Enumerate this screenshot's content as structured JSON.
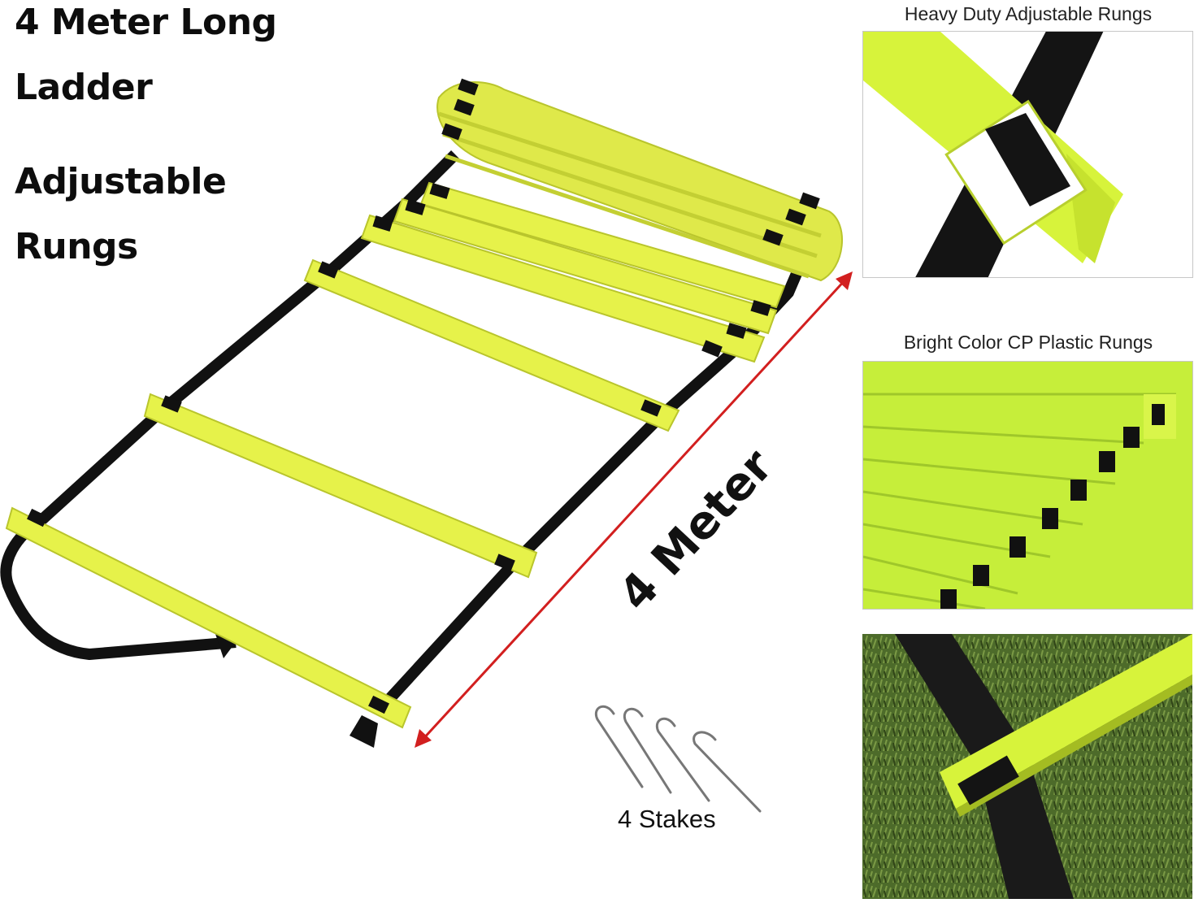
{
  "headline": {
    "line1": "4 Meter Long",
    "line2": "Ladder",
    "line3": "Adjustable",
    "line4": "Rungs"
  },
  "length_label": "4 Meter",
  "stakes_label": "4 Stakes",
  "panels": [
    {
      "caption": "Heavy Duty Adjustable Rungs"
    },
    {
      "caption": "Bright Color CP Plastic Rungs"
    },
    {
      "caption": ""
    }
  ],
  "colors": {
    "rung_yellow": "#e8f547",
    "strap_black": "#111111",
    "arrow_red": "#d21f1f",
    "grass_green": "#4d6b2a"
  }
}
